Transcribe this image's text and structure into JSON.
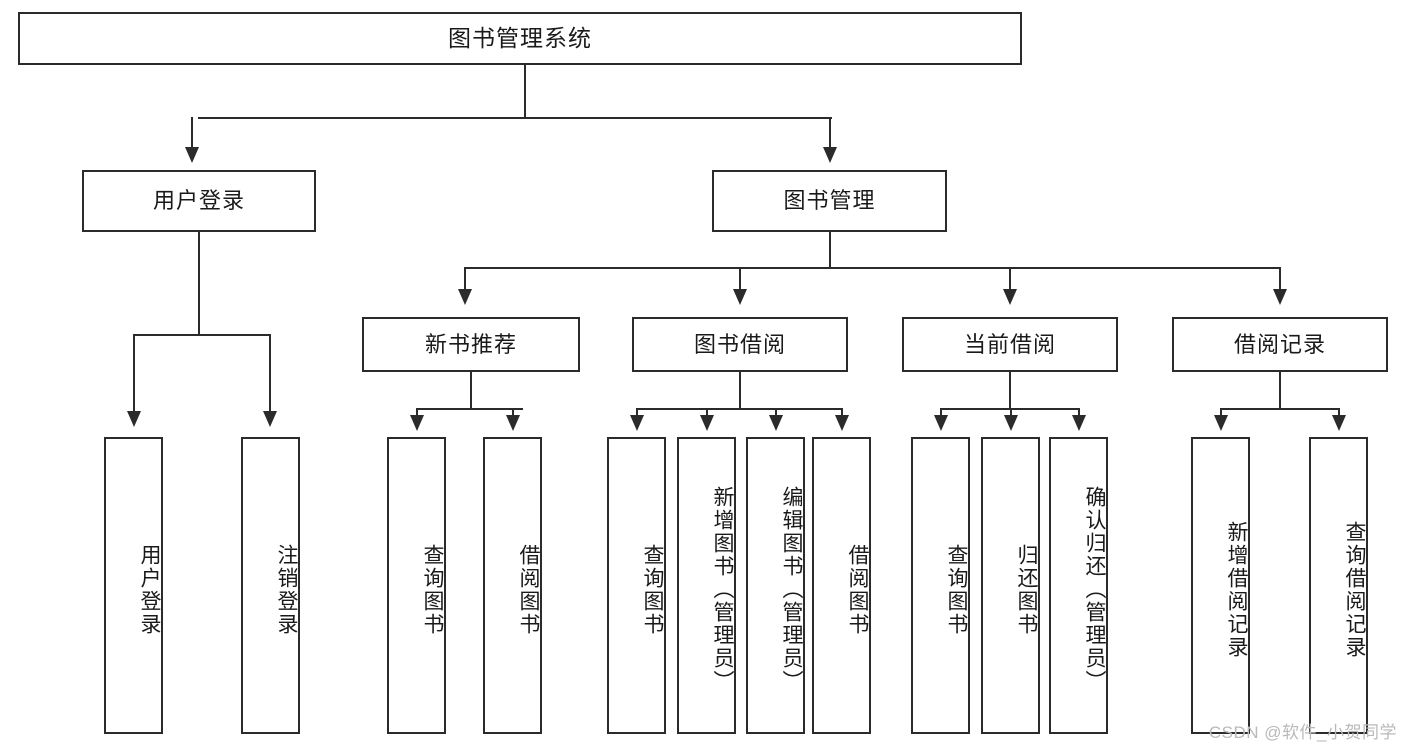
{
  "diagram": {
    "title": "图书管理系统",
    "watermark": "CSDN @软件_小贺同学",
    "colors": {
      "stroke": "#2b2b2b",
      "background": "#ffffff",
      "text": "#1a1a1a",
      "watermark": "#b9b9b9"
    },
    "root": {
      "label": "图书管理系统"
    },
    "level2": [
      {
        "label": "用户登录"
      },
      {
        "label": "图书管理"
      }
    ],
    "level3": [
      {
        "label": "新书推荐"
      },
      {
        "label": "图书借阅"
      },
      {
        "label": "当前借阅"
      },
      {
        "label": "借阅记录"
      }
    ],
    "leaves": {
      "user_login": [
        {
          "label": "用户登录"
        },
        {
          "label": "注销登录"
        }
      ],
      "new_book_recommend": [
        {
          "label": "查询图书"
        },
        {
          "label": "借阅图书"
        }
      ],
      "book_borrow": [
        {
          "label": "查询图书"
        },
        {
          "label": "新增图书（管理员）"
        },
        {
          "label": "编辑图书（管理员）"
        },
        {
          "label": "借阅图书"
        }
      ],
      "current_borrow": [
        {
          "label": "查询图书"
        },
        {
          "label": "归还图书"
        },
        {
          "label": "确认归还（管理员）"
        }
      ],
      "borrow_record": [
        {
          "label": "新增借阅记录"
        },
        {
          "label": "查询借阅记录"
        }
      ]
    }
  }
}
